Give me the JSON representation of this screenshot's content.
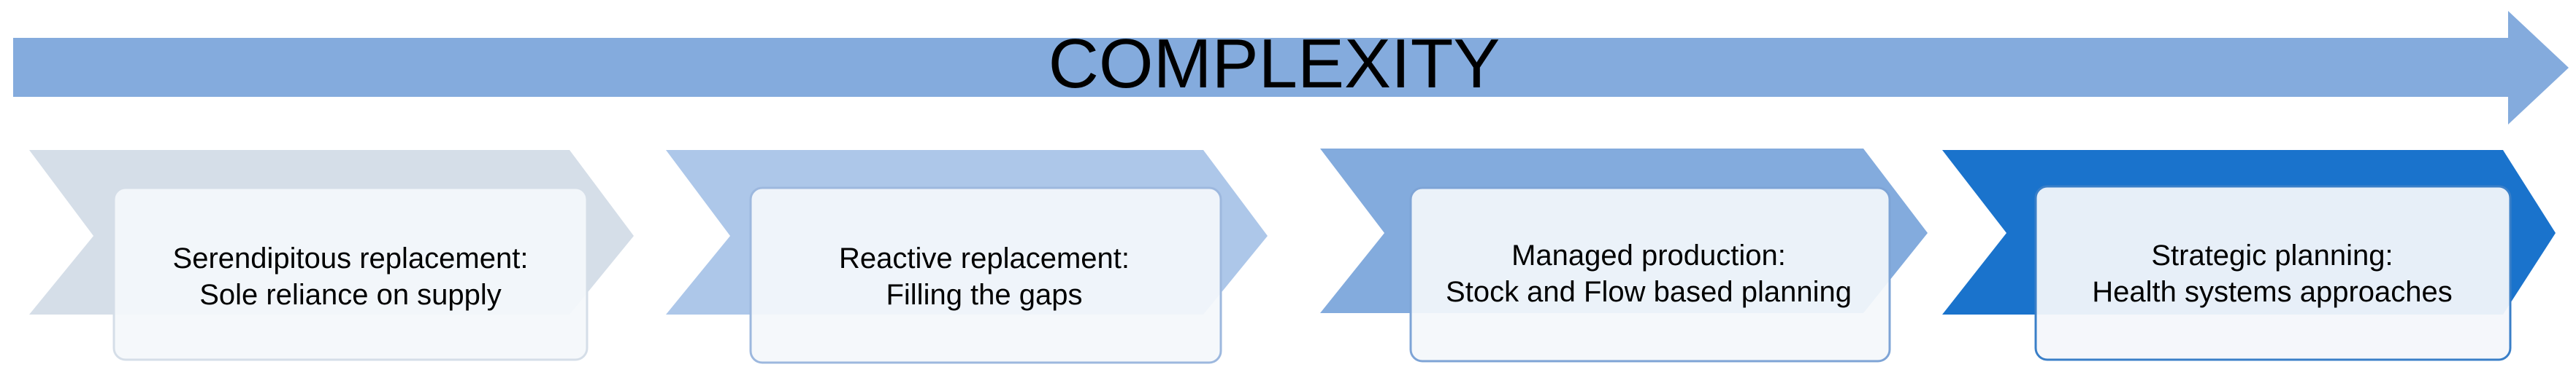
{
  "title": "COMPLEXITY",
  "colors": {
    "top_arrow": "#84ABDD",
    "box_fill": "#F4F7FB",
    "box_border": "#7A9ED6"
  },
  "stages": [
    {
      "line1": "Serendipitous replacement:",
      "line2": "Sole reliance on supply",
      "chevron_color": "#D5DEE8",
      "border_color": "#D5DEE8"
    },
    {
      "line1": "Reactive replacement:",
      "line2": "Filling the gaps",
      "chevron_color": "#ADC7E9",
      "border_color": "#9DB8DE"
    },
    {
      "line1": "Managed production:",
      "line2": "Stock and Flow based planning",
      "chevron_color": "#83ABDD",
      "border_color": "#7EA4D6"
    },
    {
      "line1": "Strategic planning:",
      "line2": "Health systems approaches",
      "chevron_color": "#1A73CC",
      "border_color": "#3A7FC8"
    }
  ]
}
